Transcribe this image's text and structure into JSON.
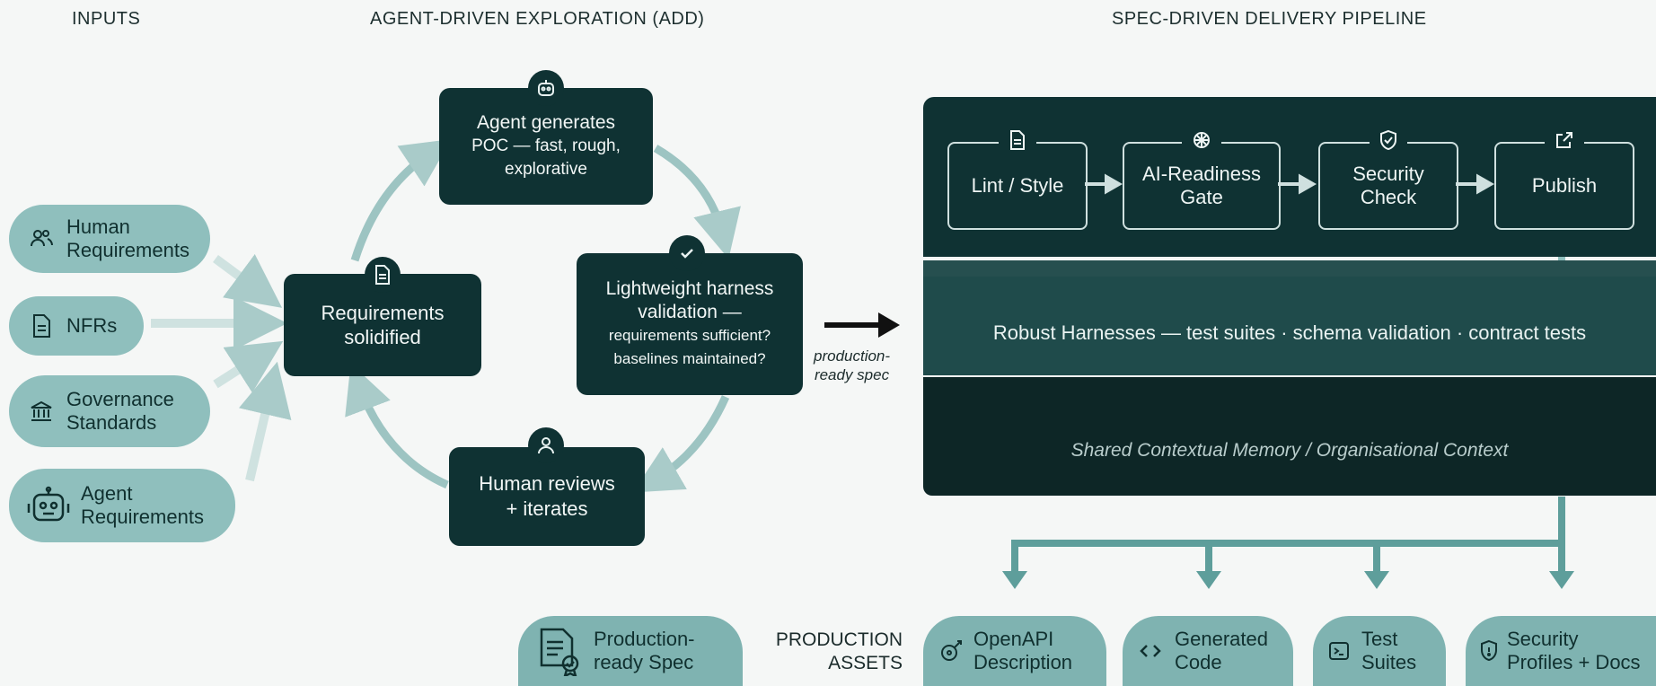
{
  "sections": {
    "inputs": "INPUTS",
    "exploration": "AGENT-DRIVEN EXPLORATION (ADD)",
    "pipeline": "SPEC-DRIVEN DELIVERY PIPELINE"
  },
  "inputs": [
    {
      "label_line1": "Human",
      "label_line2": "Requirements",
      "icon": "users-icon"
    },
    {
      "label_line1": "NFRs",
      "label_line2": "",
      "icon": "document-icon"
    },
    {
      "label_line1": "Governance",
      "label_line2": "Standards",
      "icon": "bank-icon"
    },
    {
      "label_line1": "Agent",
      "label_line2": "Requirements",
      "icon": "robot-icon"
    }
  ],
  "cycle": {
    "requirements": {
      "line1": "Requirements",
      "line2": "solidified"
    },
    "agent_poc": {
      "line1": "Agent generates",
      "line2": "POC — fast, rough,",
      "line3": "explorative"
    },
    "validation": {
      "line1": "Lightweight harness",
      "line2": "validation —",
      "line3": "requirements sufficient?",
      "line4": "baselines maintained?"
    },
    "human_review": {
      "line1": "Human reviews",
      "line2": "+ iterates"
    }
  },
  "handoff_label": {
    "line1": "production-",
    "line2": "ready spec"
  },
  "pipeline": {
    "stages": [
      {
        "label_line1": "Lint / Style",
        "label_line2": "",
        "icon": "document-icon"
      },
      {
        "label_line1": "AI-Readiness",
        "label_line2": "Gate",
        "icon": "brain-icon"
      },
      {
        "label_line1": "Security",
        "label_line2": "Check",
        "icon": "shield-check-icon"
      },
      {
        "label_line1": "Publish",
        "label_line2": "",
        "icon": "external-link-icon"
      }
    ],
    "harness_layer": "Robust Harnesses — test suites · schema validation · contract tests",
    "memory_layer": "Shared Contextual Memory / Organisational Context"
  },
  "production_spec": {
    "line1": "Production-",
    "line2": "ready Spec"
  },
  "assets_label": {
    "line1": "PRODUCTION",
    "line2": "ASSETS"
  },
  "assets": [
    {
      "line1": "OpenAPI",
      "line2": "Description",
      "icon": "api-icon"
    },
    {
      "line1": "Generated",
      "line2": "Code",
      "icon": "code-icon"
    },
    {
      "line1": "Test",
      "line2": "Suites",
      "icon": "terminal-icon"
    },
    {
      "line1": "Security",
      "line2": "Profiles + Docs",
      "icon": "shield-icon"
    }
  ],
  "colors": {
    "dark": "#0f3233",
    "pill": "#8fbfbd",
    "arrow": "#a9cbc9",
    "pipe": "#5e9e9b"
  }
}
